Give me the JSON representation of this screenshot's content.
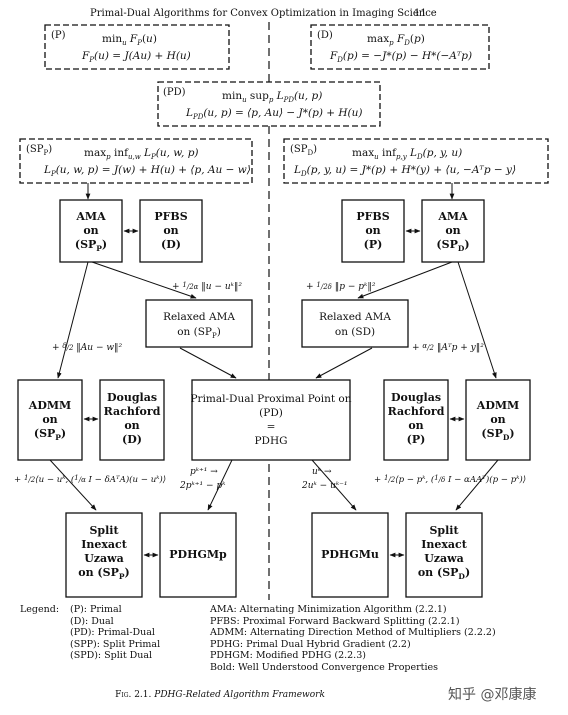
{
  "header": {
    "title": "Primal-Dual Algorithms for Convex Optimization in Imaging Science",
    "page": "11"
  },
  "boxes": {
    "p": {
      "tag": "(P)",
      "l1": "min",
      "l1_sub": "u",
      "l1_rest": " F",
      "l1_sub2": "P",
      "l1_end": "(u)",
      "l2": "F_P(u) = J(Au) + H(u)"
    },
    "d": {
      "tag": "(D)",
      "l1": "max",
      "l1_sub": "p",
      "l1_rest": " F",
      "l1_sub2": "D",
      "l1_end": "(p)",
      "l2": "F_D(p) = −J*(p) − H*(−Aᵀp)"
    },
    "pd": {
      "tag": "(PD)",
      "l1": "min_u sup_p L_PD(u,p)",
      "l2": "L_PD(u,p) = ⟨p, Au⟩ − J*(p) + H(u)"
    },
    "spp": {
      "tag": "(SP",
      "tag_sub": "P",
      "l1": "max_p inf_u,w L_P(u,w,p)",
      "l2": "L_P(u,w,p) = J(w) + H(u) + ⟨p, Au − w⟩"
    },
    "spd": {
      "tag": "(SP",
      "tag_sub": "D",
      "l1": "max_u inf_p,y L_D(p,y,u)",
      "l2": "L_D(p,y,u) = J*(p) + H*(y) + ⟨u, −Aᵀp − y⟩"
    }
  },
  "nodes": {
    "ama_left": [
      "AMA",
      "on",
      "(SP"
    ],
    "pfbs_left": [
      "PFBS",
      "on",
      "(D)"
    ],
    "pfbs_right": [
      "PFBS",
      "on",
      "(P)"
    ],
    "ama_right": [
      "AMA",
      "on",
      "(SP"
    ],
    "relaxed_left": [
      "Relaxed AMA",
      "on (SP"
    ],
    "relaxed_right": [
      "Relaxed AMA",
      "on (SD)"
    ],
    "admm_left": [
      "ADMM",
      "on",
      "(SP"
    ],
    "dr_left": [
      "Douglas",
      "Rachford",
      "on",
      "(D)"
    ],
    "center": [
      "Primal-Dual Proximal Point on",
      "(PD)",
      "=",
      "PDHG"
    ],
    "dr_right": [
      "Douglas",
      "Rachford",
      "on",
      "(P)"
    ],
    "admm_right": [
      "ADMM",
      "on",
      "(SP"
    ],
    "split_left": [
      "Split",
      "Inexact",
      "Uzawa",
      "on (SP"
    ],
    "pdhgmp": "PDHGMp",
    "pdhgmu": "PDHGMu",
    "split_right": [
      "Split",
      "Inexact",
      "Uzawa",
      "on (SP"
    ]
  },
  "subs": {
    "P": "P",
    "D": "D"
  },
  "edge_labels": {
    "left_relax": "+ 1/2α ‖u − uᵏ‖²",
    "right_relax": "+ 1/2δ ‖p − pᵏ‖²",
    "left_admm": "+ δ/2 ‖Au − w‖²",
    "right_admm": "+ α/2 ‖Aᵀp + y‖²",
    "left_split": "+ 1/2⟨u − uᵏ, (1/α I − δAᵀA)(u − uᵏ)⟩",
    "right_split": "+ 1/2⟨p − pᵏ, (1/δ I − αAAᵀ)(p − pᵏ)⟩",
    "pk_top": "pᵏ⁺¹ →",
    "pk_bot": "2pᵏ⁺¹ − pᵏ",
    "uk_top": "uᵏ →",
    "uk_bot": "2uᵏ − uᵏ⁻¹"
  },
  "legend": {
    "title": "Legend:",
    "left": [
      "(P): Primal",
      "(D): Dual",
      "(PD): Primal-Dual",
      "(SPP): Split Primal",
      "(SPD): Split Dual"
    ],
    "right": [
      "AMA: Alternating Minimization Algorithm (2.2.1)",
      "PFBS: Proximal Forward Backward Splitting (2.2.1)",
      "ADMM: Alternating Direction Method of Multipliers (2.2.2)",
      "PDHG: Primal Dual Hybrid Gradient (2.2)",
      "PDHGM: Modified PDHG (2.2.3)",
      "Bold: Well Understood Convergence Properties"
    ]
  },
  "caption": {
    "fig": "Fig. 2.1.",
    "text": "PDHG-Related Algorithm Framework"
  },
  "watermark": "知乎 @邓康康"
}
